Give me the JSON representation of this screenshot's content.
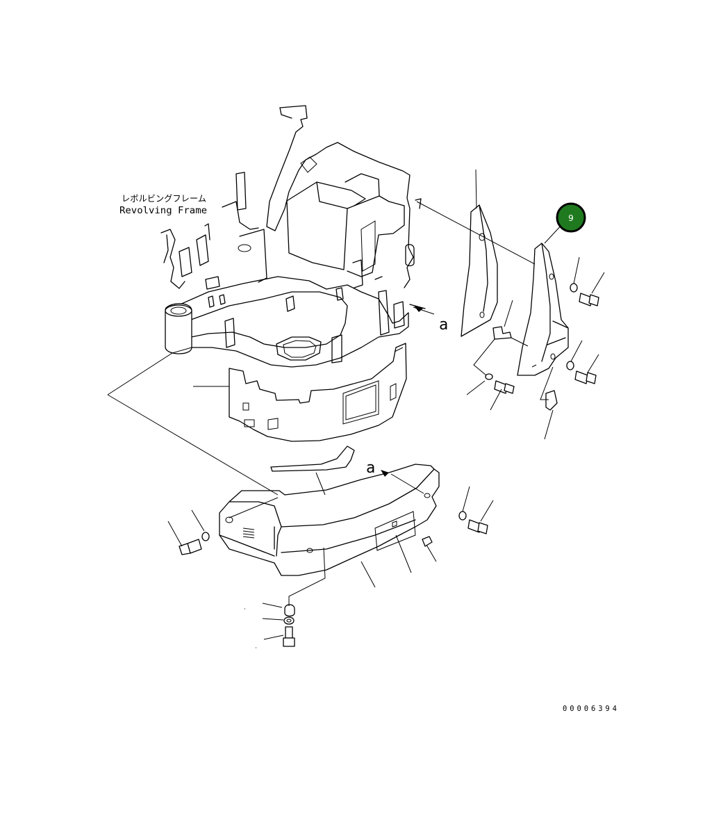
{
  "labels": {
    "frame_jp": "レボルビングフレーム",
    "frame_en": "Revolving Frame",
    "view_a_1": "a",
    "view_a_2": "a",
    "drawing_no": "00006394"
  },
  "callout": {
    "number": "9",
    "color": "#1f7a1f",
    "ring_color": "#000000"
  },
  "colors": {
    "line": "#000000",
    "background": "#ffffff"
  }
}
